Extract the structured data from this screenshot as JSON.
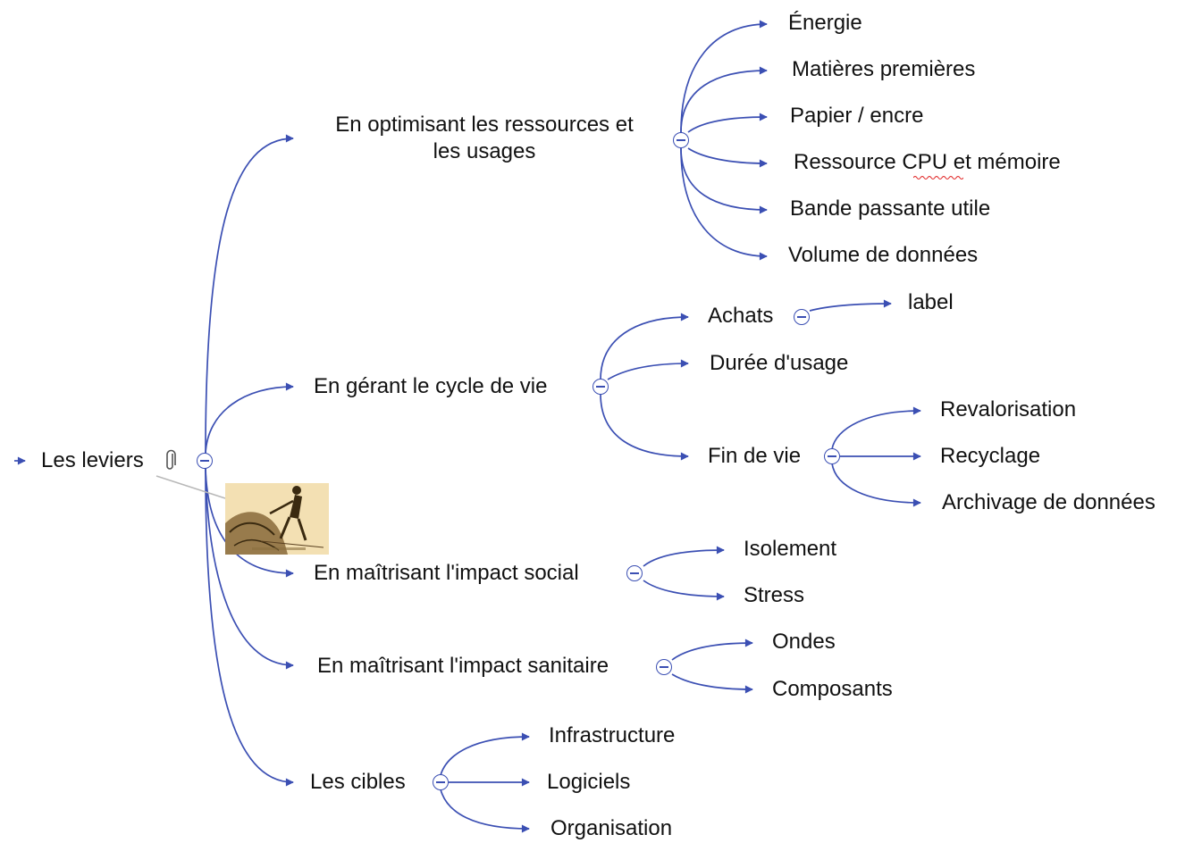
{
  "colors": {
    "link": "#3b4fb3",
    "text": "#111111",
    "picture_bg": "#f3e0b3"
  },
  "root": {
    "label": "Les leviers",
    "attachment_icon": "paperclip-icon",
    "image_icon": "engraving-picture-icon"
  },
  "branches": {
    "ressources": {
      "label_line1": "En optimisant les ressources et",
      "label_line2": "les usages",
      "children": [
        "Énergie",
        "Matières premières",
        "Papier / encre",
        "Ressource CPU et mémoire",
        "Bande passante utile",
        "Volume de données"
      ]
    },
    "cycle": {
      "label": "En gérant le cycle de vie",
      "achats": {
        "label": "Achats",
        "children": [
          "label"
        ]
      },
      "duree": "Durée d'usage",
      "fin": {
        "label": "Fin de vie",
        "children": [
          "Revalorisation",
          "Recyclage",
          "Archivage de données"
        ]
      }
    },
    "social": {
      "label": "En maîtrisant l'impact social",
      "children": [
        "Isolement",
        "Stress"
      ]
    },
    "sanitaire": {
      "label": "En maîtrisant l'impact sanitaire",
      "children": [
        "Ondes",
        "Composants"
      ]
    },
    "cibles": {
      "label": "Les cibles",
      "children": [
        "Infrastructure",
        "Logiciels",
        "Organisation"
      ]
    }
  }
}
